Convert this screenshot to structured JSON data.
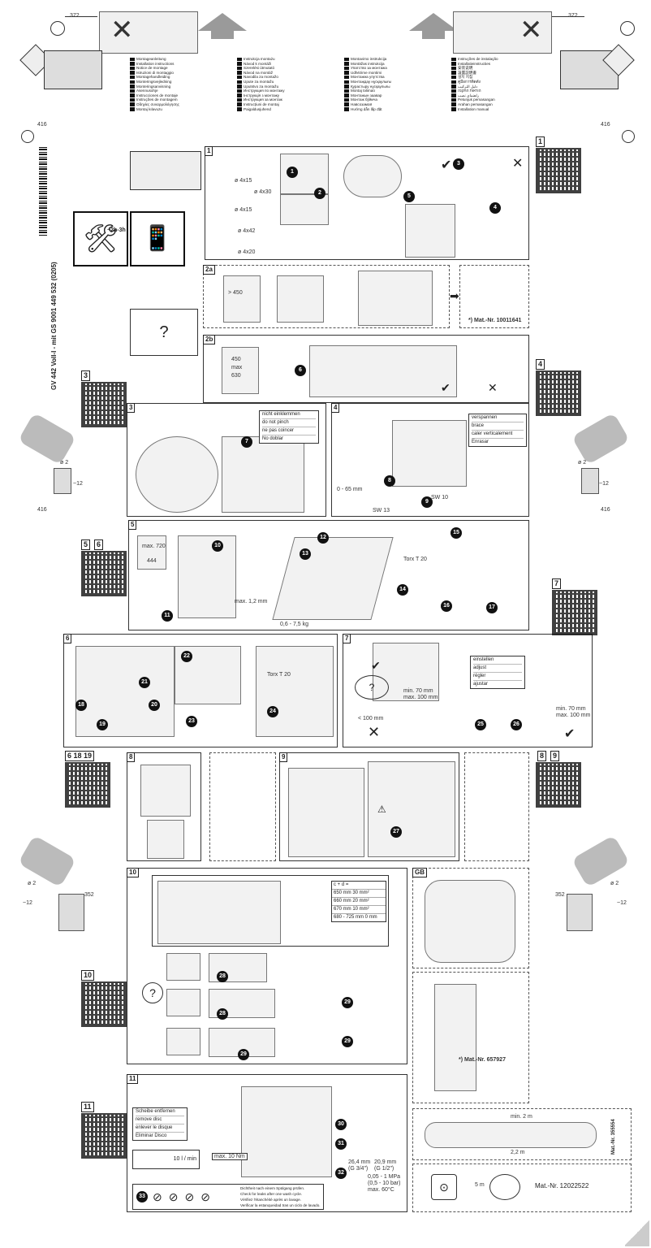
{
  "header": {
    "dim_top_left": "372",
    "dim_top_right": "372",
    "dim_mid_left": "416",
    "dim_mid_right": "416"
  },
  "doc": {
    "spine": "GV 442 Voll-I - mit GS    9001 449 532  (0205)",
    "time_label": "~2h-3h"
  },
  "languages_left": [
    "Montageanleitung",
    "Installation instructions",
    "Notice de montage",
    "Istruzioni di montaggio",
    "Montagehandleiding",
    "Monteringsvejledning",
    "Monteringsanvisning",
    "Asennusohje",
    "Instrucciones de montaje",
    "Instruções de montagem",
    "Οδηγίες συναρμολόγησης",
    "Montaj kılavuzu"
  ],
  "languages_mid": [
    "Instrukcja montażu",
    "Návod k montáži",
    "Szerelési útmutató",
    "Návod na montáž",
    "Navodila za montažo",
    "Upute za montažu",
    "Uputstvo za montažu",
    "Инструкция по монтажу",
    "Інструкція з монтажу",
    "Инструкция за монтаж",
    "Instrucțiuni de montaj",
    "Paigaldusjuhend"
  ],
  "languages_right": [
    "Montavimo instrukcija",
    "Montāžas instrukcija",
    "Упатство за монтажа",
    "Udhëzime montimi",
    "Монтажна упутства",
    "Монтаждау нұсқаулығы",
    "Қурастыру нұсқаулығы",
    "Montaj təlimatı",
    "Монтажын заавар",
    "Монтаж бўйича",
    "Навсозамоӣ",
    "Hướng dẫn lắp đặt"
  ],
  "languages_far_right": [
    "Instruções de instalação",
    "Installatieinstructies",
    "安装说明",
    "設置説明書",
    "설치 지침",
    "คู่มือการติดตั้ง",
    "دليل التركيب",
    "הוראות התקנה",
    "راهنمای نصب",
    "Petunjuk pemasangan",
    "Arahan pemasangan",
    "Installation manual"
  ],
  "sections": {
    "s1": "1",
    "s2a": "2a",
    "s2b": "2b",
    "s3": "3",
    "s4": "4",
    "s5": "5",
    "s6": "6",
    "s7": "7",
    "s8": "8",
    "s9": "9",
    "s10": "10",
    "s11": "11",
    "gb": "GB"
  },
  "parts": [
    "ø 4x15",
    "ø 4x30",
    "ø 4x15",
    "ø 4x42",
    "ø 4x20"
  ],
  "section2a": {
    "dim": "> 450",
    "mat_nr": "*) Mat.-Nr. 10011641"
  },
  "section2b": {
    "dims": [
      "450",
      "max",
      "630"
    ]
  },
  "section3": {
    "warnings": [
      "nicht einklemmen",
      "do not pinch",
      "ne pas coincer",
      "No doblar"
    ]
  },
  "section4": {
    "labels": [
      "verspannen",
      "brace",
      "caler verticalement",
      "Enrasar"
    ],
    "sw13": "SW 13",
    "sw10": "SW 10",
    "height": "0 - 65 mm"
  },
  "section5": {
    "max720": "max. 720",
    "dim444": "444",
    "max12": "max. 1,2 mm",
    "weight": "0,6 - 7,5 kg",
    "torx": "Torx T 20"
  },
  "section6": {
    "torx": "Torx T 20"
  },
  "section7": {
    "labels": [
      "einstellen",
      "adjust",
      "régler",
      "ajustar"
    ],
    "min": "min. 70 mm",
    "max": "max. 100 mm",
    "min2": "min. 70 mm",
    "max2": "max. 100 mm",
    "gap": "< 100 mm"
  },
  "section10": {
    "formula": "c + d =",
    "rows": [
      "650 mm  30 mm²",
      "660 mm  20 mm²",
      "670 mm  10 mm²",
      "680 - 725 mm  0 mm"
    ]
  },
  "section11": {
    "remove": [
      "Scheibe entfernen",
      "remove disc",
      "enlever le disque",
      "Eliminar Disco"
    ],
    "max10": "max. 10 Nm",
    "flow": "10 l / min",
    "pressure": [
      "0,05 - 1 MPa",
      "(0,5 - 10 bar)",
      "max. 60°C"
    ],
    "thread1": "26,4 mm",
    "thread2": "20,9 mm",
    "g1": "(G 3/4\")",
    "g2": "(G 1/2\")",
    "check": [
      "Dichtheit nach einem Spülgang prüfen.",
      "Check for leaks after one wash cycle.",
      "Vérifiez l'étanchéité après un lavage.",
      "Verificar la estanqueidad tras un ciclo de lavado."
    ],
    "steps": [
      "30",
      "31",
      "32",
      "33"
    ]
  },
  "gb_panel": {
    "mat_nr": "*) Mat.-Nr. 657927"
  },
  "hose_panel": {
    "mat_nr": "Mat.-Nr. 355554",
    "len1": "min. 2 m",
    "len2": "2,2 m"
  },
  "power_panel": {
    "label": "5 m",
    "mat_nr": "Mat.-Nr. 12022522"
  },
  "drill": {
    "dia": "ø 2",
    "depth": "~12",
    "dim352": "352"
  },
  "qr_labels": [
    "1",
    "3",
    "4",
    "5",
    "6",
    "7",
    "6 18 19",
    "8",
    "9",
    "10",
    "11"
  ]
}
